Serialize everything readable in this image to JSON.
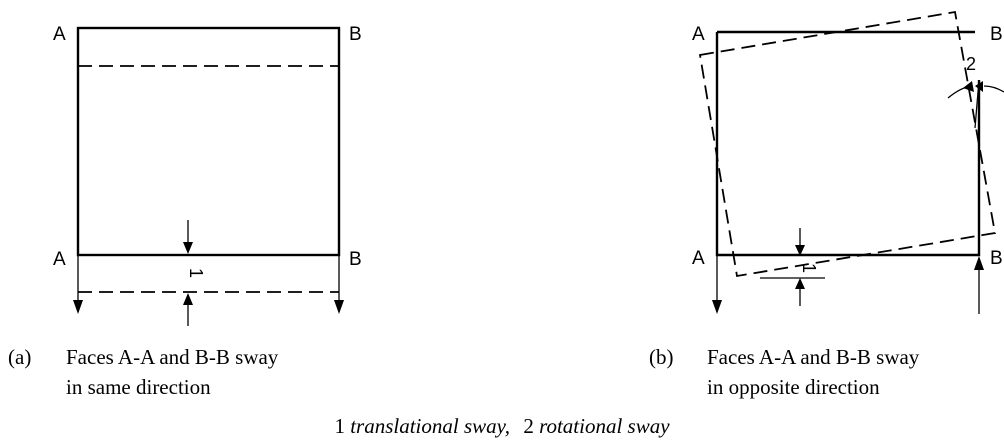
{
  "panel_a": {
    "corner_top_left": "A",
    "corner_top_right": "B",
    "corner_bottom_left": "A",
    "corner_bottom_right": "B",
    "marker": "1",
    "caption_tag": "(a)",
    "caption_line1": "Faces A-A and B-B sway",
    "caption_line2": "in same direction"
  },
  "panel_b": {
    "corner_top_left": "A",
    "corner_top_right": "B",
    "corner_bottom_left": "A",
    "corner_bottom_right": "B",
    "marker_translational": "1",
    "marker_rotational": "2",
    "caption_tag": "(b)",
    "caption_line1": "Faces A-A and B-B sway",
    "caption_line2": "in opposite direction"
  },
  "footnote": {
    "num1": "1",
    "text1": "translational sway,",
    "num2": "2",
    "text2": "rotational sway"
  }
}
